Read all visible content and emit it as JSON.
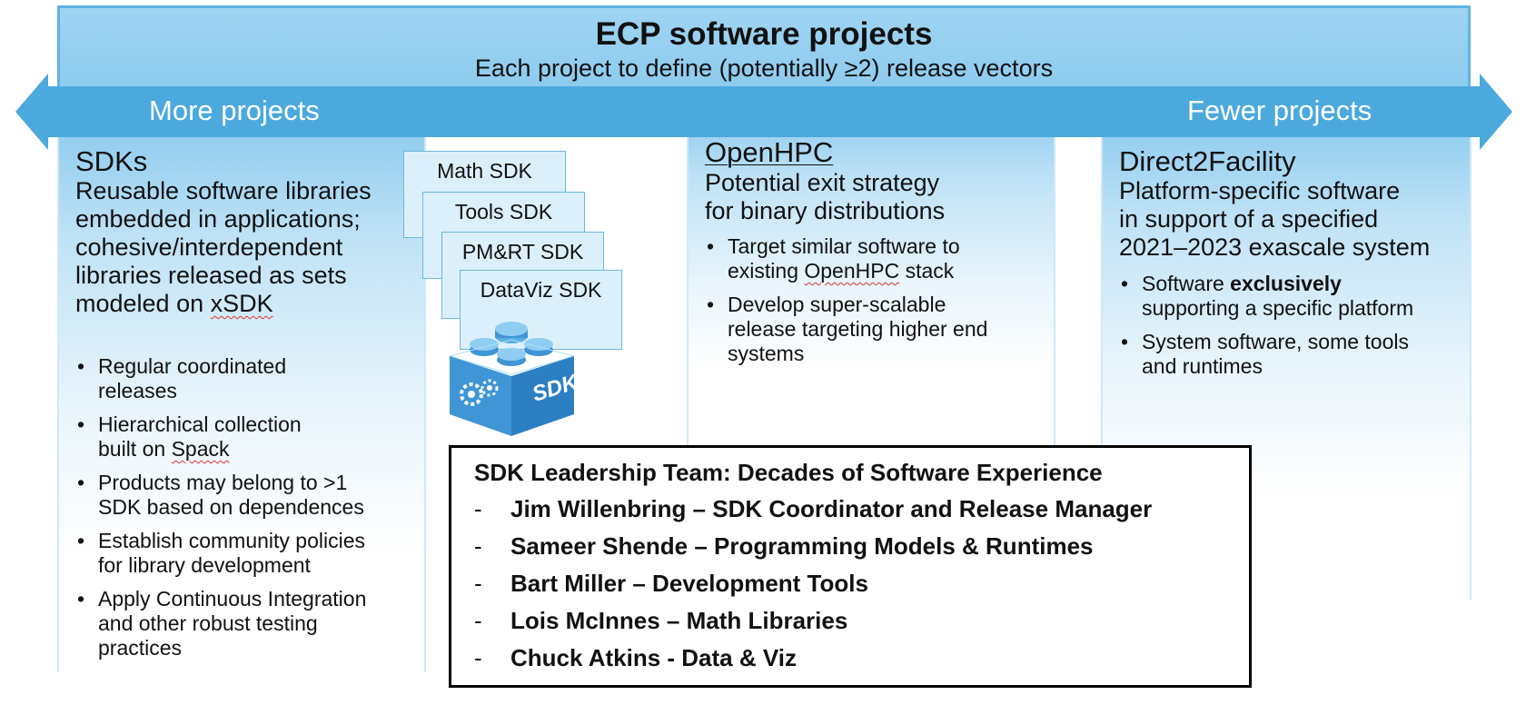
{
  "header": {
    "title": "ECP software projects",
    "subtitle": "Each project to define (potentially ≥2) release vectors"
  },
  "arrow": {
    "left_label": "More projects",
    "right_label": "Fewer projects"
  },
  "sdks": {
    "title": "SDKs",
    "description": [
      "Reusable software libraries",
      "embedded in applications;",
      "cohesive/interdependent",
      "libraries released as sets",
      "modeled on "
    ],
    "description_link": "xSDK",
    "bullets": [
      [
        "Regular coordinated",
        "releases"
      ],
      [
        "Hierarchical collection",
        "built on "
      ],
      [
        "Products may belong to >1",
        "SDK based on dependences"
      ],
      [
        "Establish community policies",
        "for library development"
      ],
      [
        "Apply Continuous Integration",
        "and other robust testing",
        "practices"
      ]
    ],
    "spack_word": "Spack",
    "cards": [
      "Math SDK",
      "Tools SDK",
      "PM&RT SDK",
      "DataViz SDK"
    ],
    "cube_label": "SDK"
  },
  "openhpc": {
    "title": "OpenHPC",
    "description": [
      "Potential exit strategy",
      "for binary distributions"
    ],
    "bullets": [
      [
        "Target similar software to",
        "existing ",
        "OpenHPC",
        " stack"
      ],
      [
        "Develop super-scalable",
        "release targeting higher end",
        "systems"
      ]
    ]
  },
  "direct2facility": {
    "title": "Direct2Facility",
    "description": [
      "Platform-specific software",
      "in support of a specified",
      "2021–2023 exascale system"
    ],
    "bullets": [
      [
        "Software ",
        "exclusively",
        "supporting a specific platform"
      ],
      [
        "System software, some tools",
        "and runtimes"
      ]
    ]
  },
  "team": {
    "title": "SDK Leadership Team: Decades of Software Experience",
    "dash": "-",
    "members": [
      "Jim Willenbring – SDK Coordinator and Release Manager",
      "Sameer Shende – Programming Models & Runtimes",
      "Bart Miller – Development Tools",
      "Lois McInnes – Math Libraries",
      "Chuck Atkins - Data & Viz"
    ]
  },
  "colors": {
    "arrow_blue": "#4ba9de",
    "header_blue": "#8ccbee",
    "card_fill": "#dcf0fb",
    "cube_blue": "#3f95d6"
  }
}
